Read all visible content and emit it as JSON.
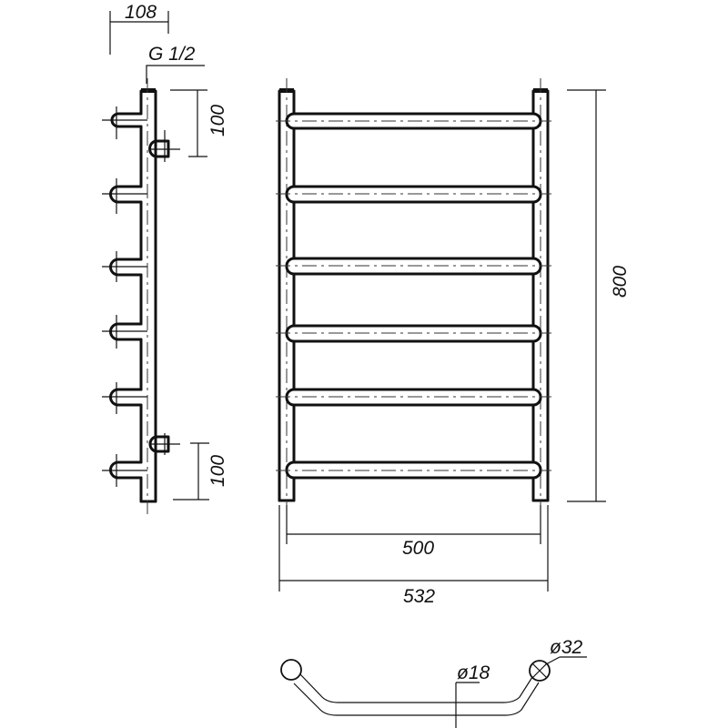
{
  "drawing": {
    "subject": "Towel rail technical drawing",
    "colors": {
      "line": "#111111",
      "background": "#ffffff"
    },
    "side_view": {
      "depth_dim": "108",
      "thread_label": "G 1/2",
      "top_offset_dim": "100",
      "bottom_offset_dim": "100",
      "rungs": 6
    },
    "front_view": {
      "height_dim": "800",
      "center_distance_dim": "500",
      "overall_width_dim": "532",
      "rungs": 6
    },
    "top_view": {
      "rung_diameter": "ø18",
      "upright_diameter": "ø32"
    }
  }
}
